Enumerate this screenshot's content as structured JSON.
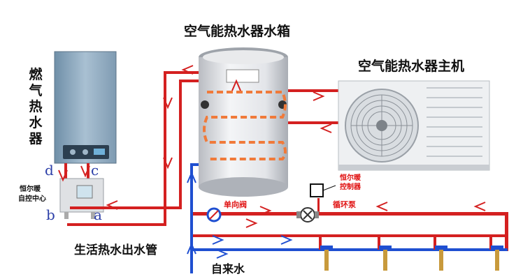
{
  "labels": {
    "tank_title": "空气能热水器水箱",
    "host_title": "空气能热水器主机",
    "gas_heater": "燃气热水器",
    "control_center_line1": "恒尔暖",
    "control_center_line2": "自控中心",
    "controller_line1": "恒尔暖",
    "controller_line2": "控制器",
    "check_valve": "单向阀",
    "pump": "循环泵",
    "outlet_pipe": "生活热水出水管",
    "tap_water": "自来水",
    "port_a": "a",
    "port_b": "b",
    "port_c": "c",
    "port_d": "d"
  },
  "colors": {
    "hot_pipe": "#d42020",
    "cold_pipe": "#1f4fd1",
    "coil": "#f07a3a",
    "brass": "#c89a3c"
  }
}
